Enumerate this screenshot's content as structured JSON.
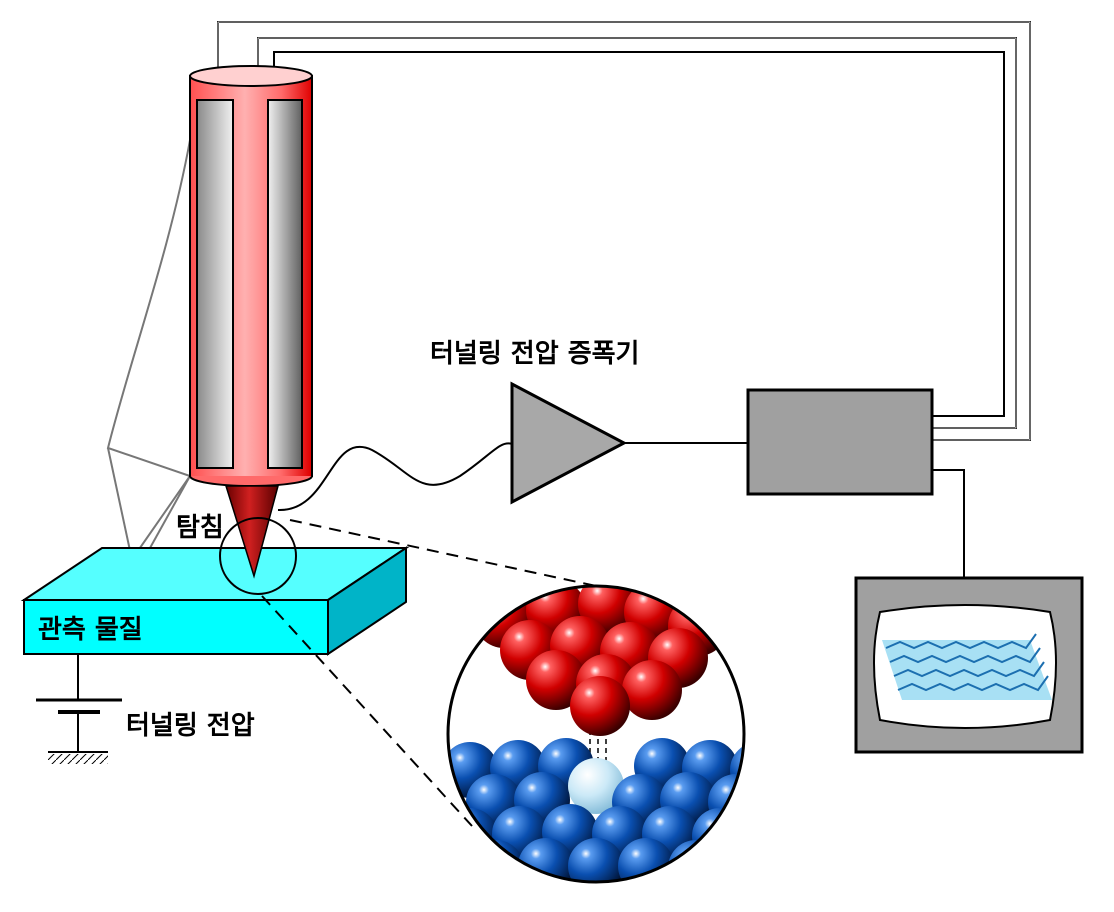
{
  "labels": {
    "amplifier": "터널링 전압 증폭기",
    "tip": "탐침",
    "sample": "관측 물질",
    "bias": "터널링 전압"
  },
  "colors": {
    "sample_top": "#55ffff",
    "sample_side": "#00b4c8",
    "tip_body": "#ff6868",
    "tip_point": "#a40000",
    "red_atom": "#cc0000",
    "blue_atom": "#0a4fb0",
    "highlight_atom": "#bfe4f5",
    "gray_box": "#a0a0a0",
    "screen_wave": "#1c6fb0"
  }
}
